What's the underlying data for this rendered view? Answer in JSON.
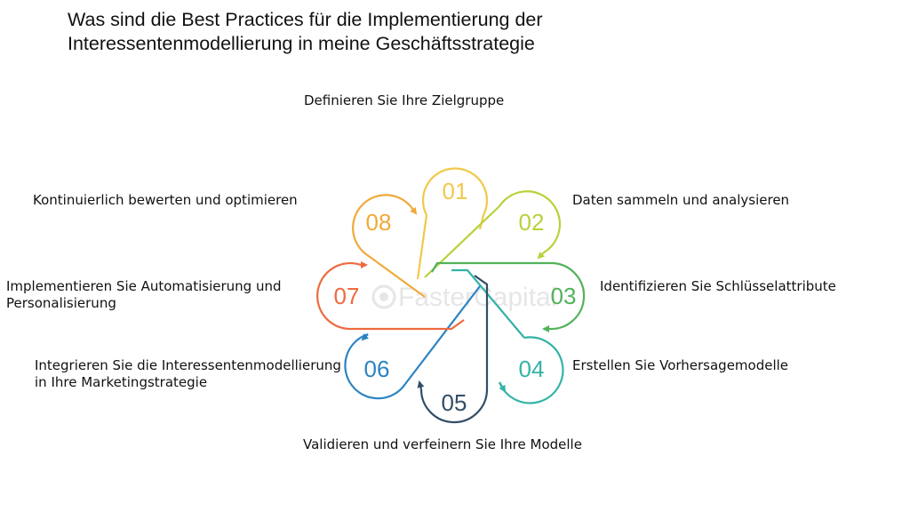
{
  "title": {
    "line1": "Was sind die Best Practices für die Implementierung der",
    "line2": "Interessentenmodellierung in meine Geschäftsstrategie"
  },
  "steps": [
    {
      "number": "01",
      "label": "Definieren Sie Ihre Zielgruppe",
      "color": "#F2C84B"
    },
    {
      "number": "02",
      "label": "Daten sammeln und analysieren",
      "color": "#B7D23A"
    },
    {
      "number": "03",
      "label": "Identifizieren Sie Schlüsselattribute",
      "color": "#52B25A"
    },
    {
      "number": "04",
      "label": "Erstellen Sie Vorhersagemodelle",
      "color": "#33B3A8"
    },
    {
      "number": "05",
      "label": "Validieren und verfeinern Sie Ihre Modelle",
      "color": "#324E67"
    },
    {
      "number": "06",
      "label_line1": "Integrieren Sie die Interessentenmodellierung",
      "label_line2": "in Ihre Marketingstrategie",
      "color": "#2C83C2"
    },
    {
      "number": "07",
      "label_line1": "Implementieren Sie Automatisierung und",
      "label_line2": "Personalisierung",
      "color": "#EE6A3F"
    },
    {
      "number": "08",
      "label": "Kontinuierlich bewerten und optimieren",
      "color": "#F0AA3A"
    }
  ],
  "watermark": "FasterCapital"
}
